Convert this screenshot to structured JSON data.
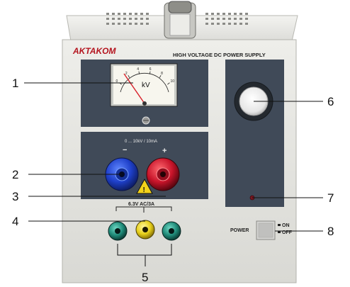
{
  "brand": "AKTAKOM",
  "device_title": "HIGH VOLTAGE DC POWER SUPPLY",
  "meter": {
    "unit": "kV",
    "scale": [
      "0",
      "2",
      "4",
      "6",
      "8",
      "10"
    ]
  },
  "output_panel": {
    "rating": "0 ... 10kV / 10mA",
    "minus": "−",
    "plus": "+"
  },
  "ac_output": {
    "rating": "6.3V AC/3A"
  },
  "power_switch": {
    "label": "POWER",
    "on": "ON",
    "off": "OFF"
  },
  "callouts": [
    "1",
    "2",
    "3",
    "4",
    "5",
    "6",
    "7",
    "8"
  ],
  "colors": {
    "cabinet": "#e6e6e2",
    "panel": "#404a58",
    "knob": "#f4f4f4",
    "negative_terminal": "#1e3fc8",
    "positive_terminal": "#c8142a",
    "yellow_terminal": "#e6cf1a",
    "green_terminal": "#1f8a78",
    "warning": "#f2d21a"
  }
}
